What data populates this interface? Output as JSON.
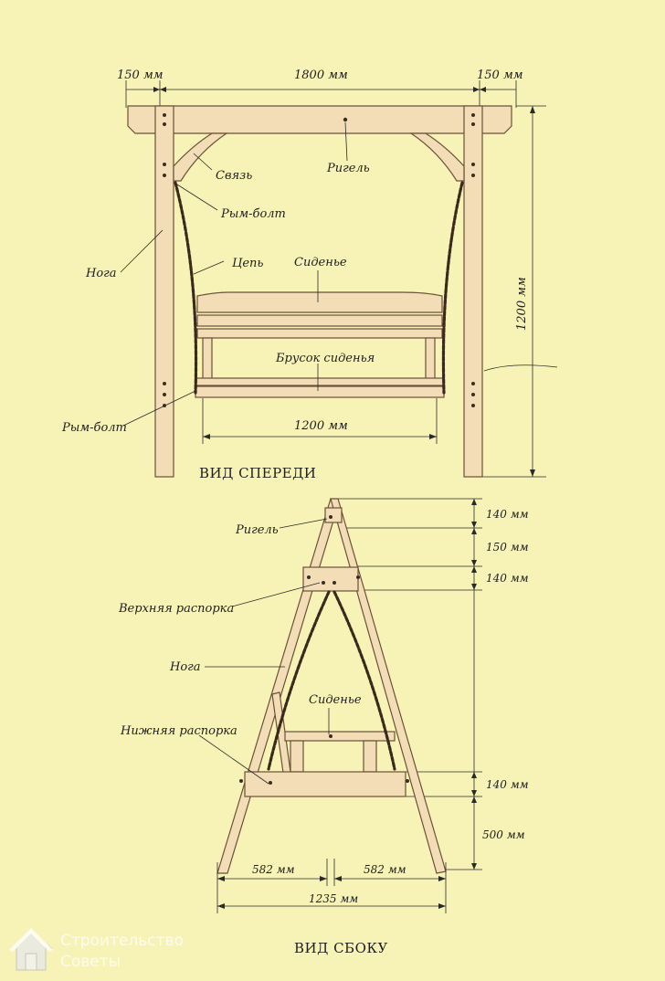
{
  "front_view": {
    "title": "ВИД СПЕРЕДИ",
    "dims": {
      "left_overhang": "150 мм",
      "span": "1800 мм",
      "right_overhang": "150 мм",
      "height": "1200 мм",
      "seat_width": "1200 мм"
    },
    "labels": {
      "brace": "Связь",
      "beam": "Ригель",
      "eyebolt_top": "Рым-болт",
      "chain": "Цепь",
      "leg": "Нога",
      "seat": "Сиденье",
      "seat_bar": "Брусок сиденья",
      "eyebolt_bottom": "Рым-болт"
    }
  },
  "side_view": {
    "title": "ВИД СБОКУ",
    "dims": {
      "beam_height": "140 мм",
      "gap": "150 мм",
      "upper_strut": "140 мм",
      "lower_strut": "140 мм",
      "ground_clearance": "500 мм",
      "half_left": "582 мм",
      "half_right": "582 мм",
      "base": "1235 мм"
    },
    "labels": {
      "beam": "Ригель",
      "upper_strut": "Верхняя распорка",
      "leg": "Нога",
      "seat": "Сиденье",
      "lower_strut": "Нижняя распорка"
    }
  },
  "watermark": {
    "line1": "Строительство",
    "line2": "Советы",
    "icon": "house-icon"
  }
}
